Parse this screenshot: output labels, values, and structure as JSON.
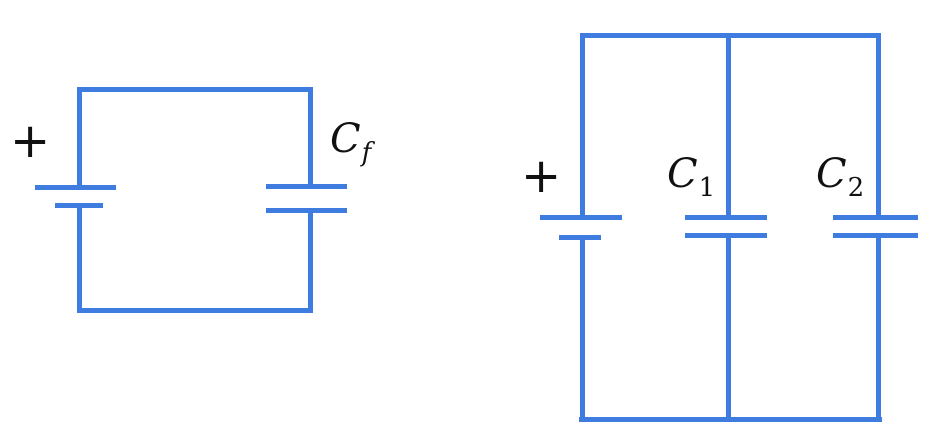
{
  "diagram": {
    "background_color": "#ffffff",
    "wire_color": "#3E7CDF",
    "label_color": "#111111",
    "left_circuit": {
      "plus_label": "+",
      "capacitor_label": {
        "base": "C",
        "sub": "f"
      }
    },
    "right_circuit": {
      "plus_label": "+",
      "capacitor1_label": {
        "base": "C",
        "sub": "1"
      },
      "capacitor2_label": {
        "base": "C",
        "sub": "2"
      }
    }
  }
}
